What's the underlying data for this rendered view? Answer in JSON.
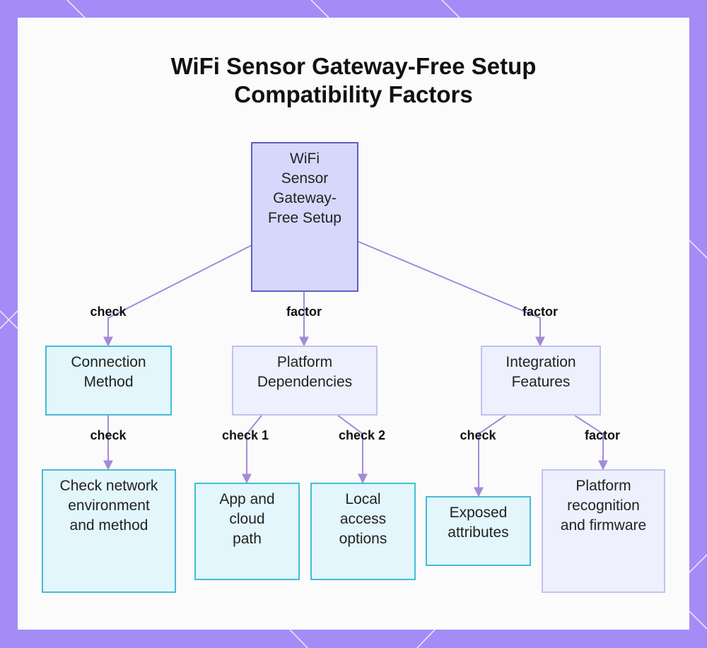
{
  "title": {
    "line1": "WiFi Sensor Gateway-Free Setup",
    "line2": "Compatibility Factors"
  },
  "nodes": {
    "root": "WiFi Sensor Gateway-Free Setup",
    "connection_method": "Connection Method",
    "platform_dependencies": "Platform Dependencies",
    "integration_features": "Integration Features",
    "check_network": "Check network environment and method",
    "app_cloud": "App and cloud path",
    "local_access": "Local access options",
    "exposed_attributes": "Exposed attributes",
    "platform_recognition": "Platform recognition and firmware"
  },
  "edges": {
    "root_to_connection": "check",
    "root_to_platform": "factor",
    "root_to_integration": "factor",
    "connection_to_check": "check",
    "platform_to_app": "check 1",
    "platform_to_local": "check 2",
    "integration_to_exposed": "check",
    "integration_to_recognition": "factor"
  },
  "colors": {
    "frame": "#a48cf7",
    "edge": "#a48ad9",
    "root_fill": "#d6d8fb",
    "root_border": "#5f5fbf",
    "cyan_fill": "#e2f6fb",
    "cyan_border": "#45bcd6",
    "lavender_fill": "#eef0fd",
    "lavender_border": "#bfc2ee"
  }
}
